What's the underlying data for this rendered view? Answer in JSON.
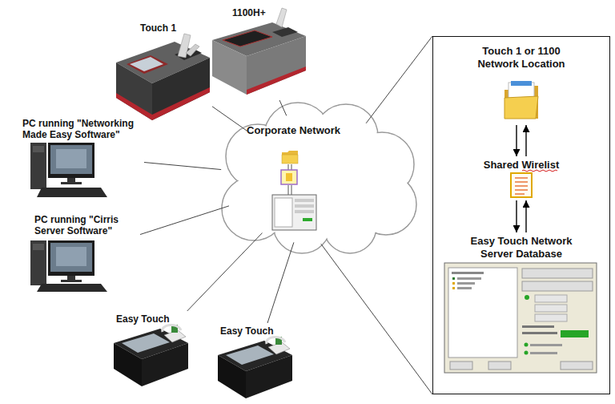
{
  "diagram": {
    "nodes": [
      {
        "text": [
          "Touch 1"
        ]
      },
      {
        "text": [
          "1100H+"
        ]
      },
      {
        "text": [
          "PC running \"Networking Made Easy Software\""
        ]
      },
      {
        "text": [
          "Corporate Network"
        ]
      },
      {
        "text": [
          "PC running \"Cirris Server Software\""
        ]
      },
      {
        "text": [
          "Easy Touch"
        ]
      },
      {
        "text": [
          "Easy Touch"
        ]
      },
      {
        "text": []
      },
      {
        "text": [
          "Touch 1 or 1100 Network Location"
        ],
        "in": 7
      },
      {
        "text": [
          "Shared Wirelist"
        ],
        "in": 7
      },
      {
        "text": [
          "Easy Touch Network Server Database"
        ],
        "in": 7
      }
    ],
    "edges": [
      {
        "from": 0,
        "to": 3,
        "arrow": "none"
      },
      {
        "from": 1,
        "to": 3,
        "arrow": "none"
      },
      {
        "from": 2,
        "to": 3,
        "arrow": "none"
      },
      {
        "from": 4,
        "to": 3,
        "arrow": "none"
      },
      {
        "from": 5,
        "to": 3,
        "arrow": "none"
      },
      {
        "from": 6,
        "to": 3,
        "arrow": "none"
      },
      {
        "from": 3,
        "to": 7,
        "arrow": "none"
      },
      {
        "from": 3,
        "to": 7,
        "arrow": "none"
      },
      {
        "from": 8,
        "to": 9,
        "arrow": "to"
      },
      {
        "from": 9,
        "to": 8,
        "arrow": "to"
      },
      {
        "from": 9,
        "to": 10,
        "arrow": "to"
      },
      {
        "from": 10,
        "to": 9,
        "arrow": "to"
      }
    ]
  }
}
